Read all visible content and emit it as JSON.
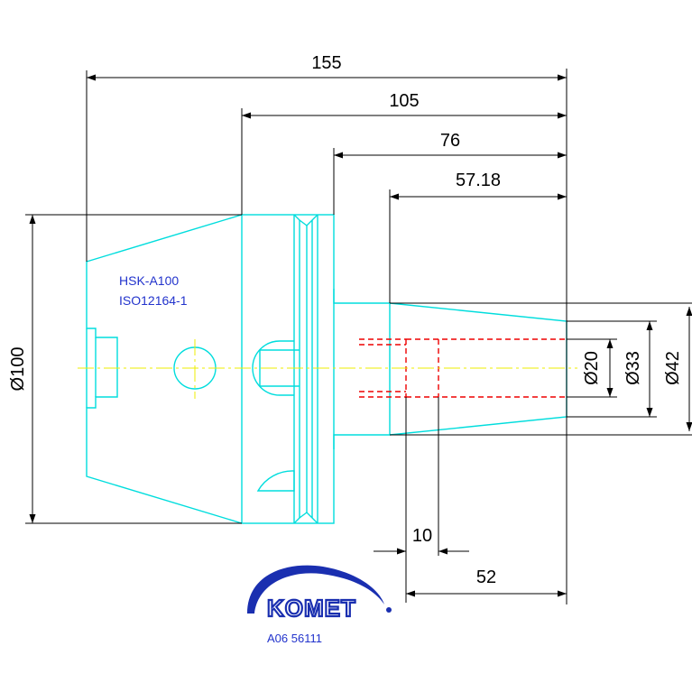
{
  "colors": {
    "part_outline": "#00dddd",
    "dimension_lines": "#000000",
    "hidden_lines": "#ee0000",
    "center_line": "#eeee00",
    "label_text": "#2233cc",
    "logo": "#1a2fb0"
  },
  "dimensions": {
    "overall_length": "155",
    "length_105": "105",
    "length_76": "76",
    "length_57_18": "57.18",
    "flange_diameter": "Ø100",
    "bore_diameter": "Ø20",
    "diameter_33": "Ø33",
    "diameter_42": "Ø42",
    "clamp_offset": "10",
    "clamp_depth": "52"
  },
  "labels": {
    "spec_line1": "HSK-A100",
    "spec_line2": "ISO12164-1",
    "brand": "KOMET",
    "article_number": "A06 56111"
  }
}
